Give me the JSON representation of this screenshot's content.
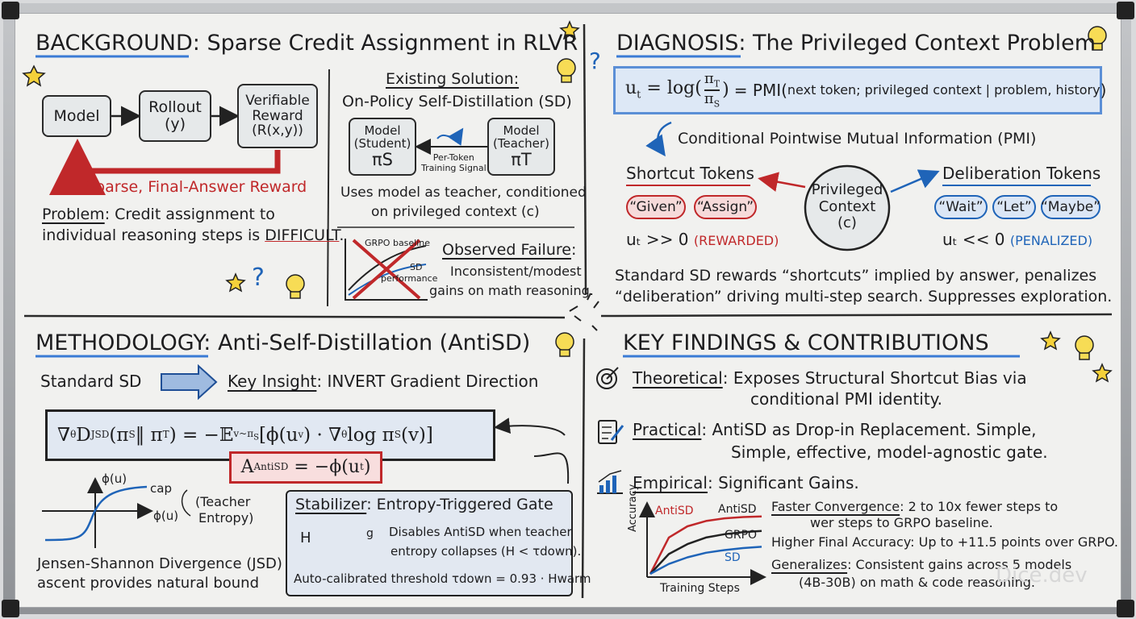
{
  "colors": {
    "accent_red": "#c0282a",
    "accent_blue": "#1f64b8",
    "underline_blue": "#3a7bd5",
    "board": "#f1f1ef"
  },
  "background": {
    "title_bold": "BACKGROUND",
    "title_rest": ": Sparse Credit Assignment in RLVR",
    "model": "Model",
    "rollout": [
      "Rollout",
      "(y)"
    ],
    "reward": [
      "Verifiable",
      "Reward",
      "(R(x,y))"
    ],
    "sparse_label": "Sparse, Final-Answer Reward",
    "problem_label": "Problem",
    "problem_text1": ": Credit assignment to",
    "problem_text2_pre": "individual reasoning steps is ",
    "problem_text2_em": "DIFFICULT",
    "problem_text2_post": "."
  },
  "existing": {
    "title": "Existing Solution:",
    "subtitle": "On-Policy Self-Distillation (SD)",
    "student": [
      "Model",
      "(Student)",
      "πS"
    ],
    "teacher": [
      "Model",
      "(Teacher)",
      "πT"
    ],
    "signal": [
      "Per-Token",
      "Training Signal"
    ],
    "note1": "Uses model as teacher, conditioned",
    "note2": "on privileged context (c)"
  },
  "failure": {
    "title": "Observed Failure",
    "text1": "Inconsistent/modest",
    "text2": "gains on math reasoning.",
    "plot_grpo": "GRPO baseline",
    "plot_sd": "SD",
    "plot_perf": "performance"
  },
  "diagnosis": {
    "title_bold": "DIAGNOSIS",
    "title_rest": ": The Privileged Context Problem",
    "formula_rhs": "= PMI(",
    "formula_args": "next token; privileged context | problem, history",
    "formula_close": ")",
    "pmi_label": "Conditional Pointwise Mutual Information (PMI)",
    "shortcut_title": "Shortcut Tokens",
    "deliberation_title": "Deliberation Tokens",
    "shortcut_tokens": [
      "“Given”",
      "“Assign”"
    ],
    "deliberation_tokens": [
      "“Wait”",
      "“Let”",
      "“Maybe”"
    ],
    "context": [
      "Privileged",
      "Context",
      "(c)"
    ],
    "ut_high": "uₜ >> 0",
    "rewarded": "(REWARDED)",
    "ut_low": "uₜ << 0",
    "penalized": "(PENALIZED)",
    "summary1": "Standard SD rewards “shortcuts” implied by answer, penalizes",
    "summary2": "“deliberation” driving multi-step search. Suppresses exploration."
  },
  "method": {
    "title_bold": "METHODOLOGY",
    "title_rest": ": Anti-Self-Distillation (AntiSD)",
    "standard": "Standard SD",
    "insight_label": "Key Insight",
    "insight_text": ": INVERT Gradient Direction",
    "plot_phi": "ϕ(u)",
    "plot_cap": "cap",
    "plot_phi2": "ϕ(u)",
    "plot_teacher": "(Teacher",
    "plot_entropy": "Entropy)",
    "jsd1": "Jensen-Shannon Divergence (JSD)",
    "jsd2": "ascent provides natural bound",
    "stab_label": "Stabilizer",
    "stab_title": ": Entropy-Triggered Gate",
    "gate_h": "H",
    "gate_g": "g",
    "stab_text1": "Disables AntiSD when teacher",
    "stab_text2": "entropy collapses (H < τdown).",
    "threshold": "Auto-calibrated threshold τdown = 0.93 · Hwarm"
  },
  "findings": {
    "title": "KEY FINDINGS & CONTRIBUTIONS",
    "theoretical_label": "Theoretical",
    "theoretical_text1": ": Exposes Structural Shortcut Bias via",
    "theoretical_text2": "conditional PMI identity.",
    "practical_label": "Practical",
    "practical_text1": ": AntiSD as Drop-in Replacement. Simple,",
    "practical_text2": "Simple, effective, model-agnostic gate.",
    "empirical_label": "Empirical",
    "empirical_text": ": Significant Gains.",
    "faster_label": "Faster Convergence",
    "faster_text1": ": 2 to 10x fewer steps to",
    "faster_text2": "wer steps to GRPO baseline.",
    "higher": "Higher Final Accuracy: Up to +11.5 points over GRPO.",
    "gen_label": "Generalizes",
    "gen_text1": ": Consistent gains across 5 models",
    "gen_text2": "(4B-30B) on math & code reasoning.",
    "watermark": "Dice.dev"
  },
  "chart_data": {
    "type": "line",
    "xlabel": "Training Steps",
    "ylabel": "Accuracy",
    "series": [
      {
        "name": "AntiSD",
        "color": "#c0282a",
        "values": [
          0.0,
          0.55,
          0.72,
          0.8,
          0.84,
          0.86,
          0.87
        ]
      },
      {
        "name": "GRPO",
        "color": "#222222",
        "values": [
          0.0,
          0.3,
          0.45,
          0.55,
          0.6,
          0.63,
          0.65
        ]
      },
      {
        "name": "SD",
        "color": "#1f64b8",
        "values": [
          0.0,
          0.15,
          0.25,
          0.32,
          0.36,
          0.39,
          0.41
        ]
      }
    ],
    "grid": false
  }
}
